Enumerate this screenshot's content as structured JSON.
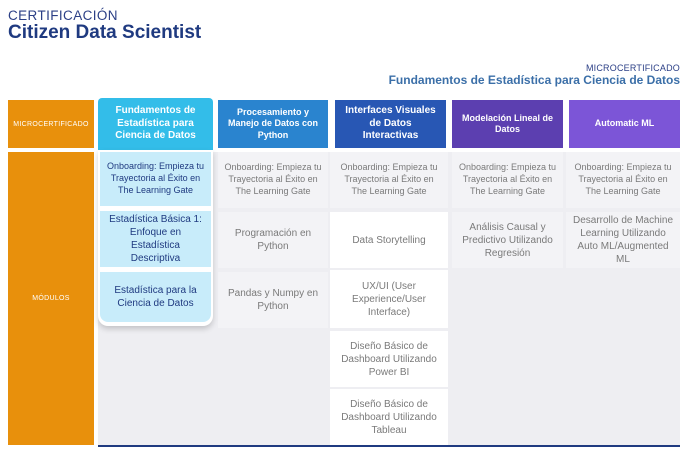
{
  "header": {
    "cert_label": "CERTIFICACIÓN",
    "cert_title": "Citizen Data Scientist",
    "micro_label": "MICROCERTIFICADO",
    "micro_title": "Fundamentos de Estadística para Ciencia de Datos"
  },
  "row_labels": {
    "micro": "MICROCERTIFICADO",
    "modules": "MÓDULOS"
  },
  "columns": [
    {
      "title": "Fundamentos de Estadística para Ciencia de Datos",
      "color": "#33bde9",
      "modules": [
        "Onboarding: Empieza tu Trayectoria al Éxito en The Learning Gate",
        "Estadística Básica 1: Enfoque en Estadística Descriptiva",
        "Estadística para la Ciencia de Datos"
      ]
    },
    {
      "title": "Procesamiento y Manejo de Datos con Python",
      "color": "#2a84cf",
      "modules": [
        "Onboarding: Empieza tu Trayectoria al Éxito en The Learning Gate",
        "Programación en Python",
        "Pandas y Numpy en Python"
      ]
    },
    {
      "title": "Interfaces Visuales de Datos Interactivas",
      "color": "#2857b4",
      "modules": [
        "Onboarding: Empieza tu Trayectoria al Éxito en The Learning Gate",
        "Data Storytelling",
        "UX/UI (User Experience/User Interface)",
        "Diseño Básico de Dashboard Utilizando Power BI",
        "Diseño Básico de Dashboard Utilizando Tableau"
      ]
    },
    {
      "title": "Modelación Lineal de Datos",
      "color": "#5c3fb0",
      "modules": [
        "Onboarding: Empieza tu Trayectoria al Éxito en The Learning Gate",
        "Análisis Causal y Predictivo Utilizando Regresión"
      ]
    },
    {
      "title": "Automatic ML",
      "color": "#7c55d7",
      "modules": [
        "Onboarding: Empieza tu Trayectoria al Éxito en The Learning Gate",
        "Desarrollo de Machine Learning Utilizando Auto ML/Augmented ML"
      ]
    }
  ],
  "colors": {
    "accent_orange": "#e8900c",
    "title_navy": "#1f3a80",
    "highlight_light": "#c8ecfa"
  }
}
